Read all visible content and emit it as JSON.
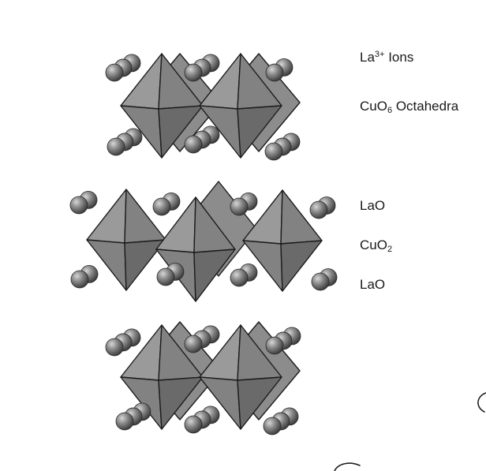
{
  "labels": {
    "la_ions": {
      "base": "La",
      "sup": "3+",
      "rest": " Ions"
    },
    "cuo6": {
      "base": "CuO",
      "sub": "6",
      "rest": " Octahedra"
    },
    "lao_top": "LaO",
    "cuo2": {
      "base": "CuO",
      "sub": "2"
    },
    "lao_bottom": "LaO"
  },
  "colors": {
    "octa_light": "#9a9a9a",
    "octa_mid": "#828282",
    "octa_dark": "#6a6a6a",
    "octa_back": "#8c8c8c",
    "edge": "#1c1c1c",
    "sphere": "#6d6d6d"
  },
  "icons": [
    "octahedron-shape",
    "la-ion-sphere"
  ]
}
